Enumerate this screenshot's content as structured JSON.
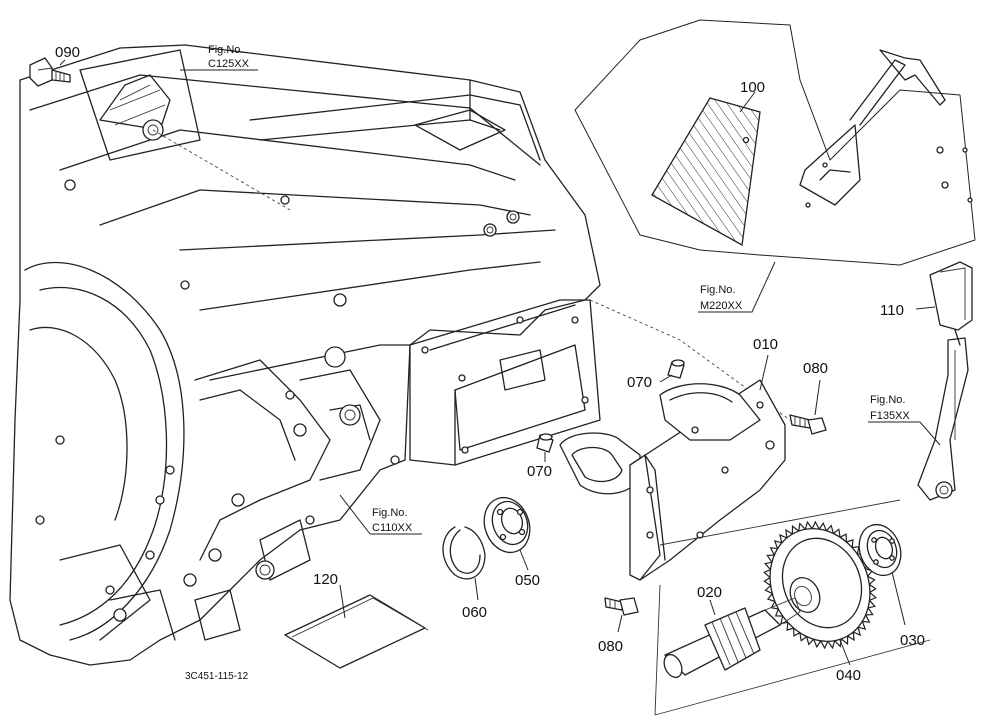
{
  "labels": {
    "p090": "090",
    "p100": "100",
    "p010": "010",
    "p070a": "070",
    "p070b": "070",
    "p080a": "080",
    "p080b": "080",
    "p110": "110",
    "p050": "050",
    "p060": "060",
    "p120": "120",
    "p020": "020",
    "p040": "040",
    "p030": "030"
  },
  "refs": {
    "fig": "Fig.No.",
    "c125": "C125XX",
    "m220": "M220XX",
    "f135": "F135XX",
    "c110": "C110XX"
  },
  "footer_code": "3C451-115-12"
}
